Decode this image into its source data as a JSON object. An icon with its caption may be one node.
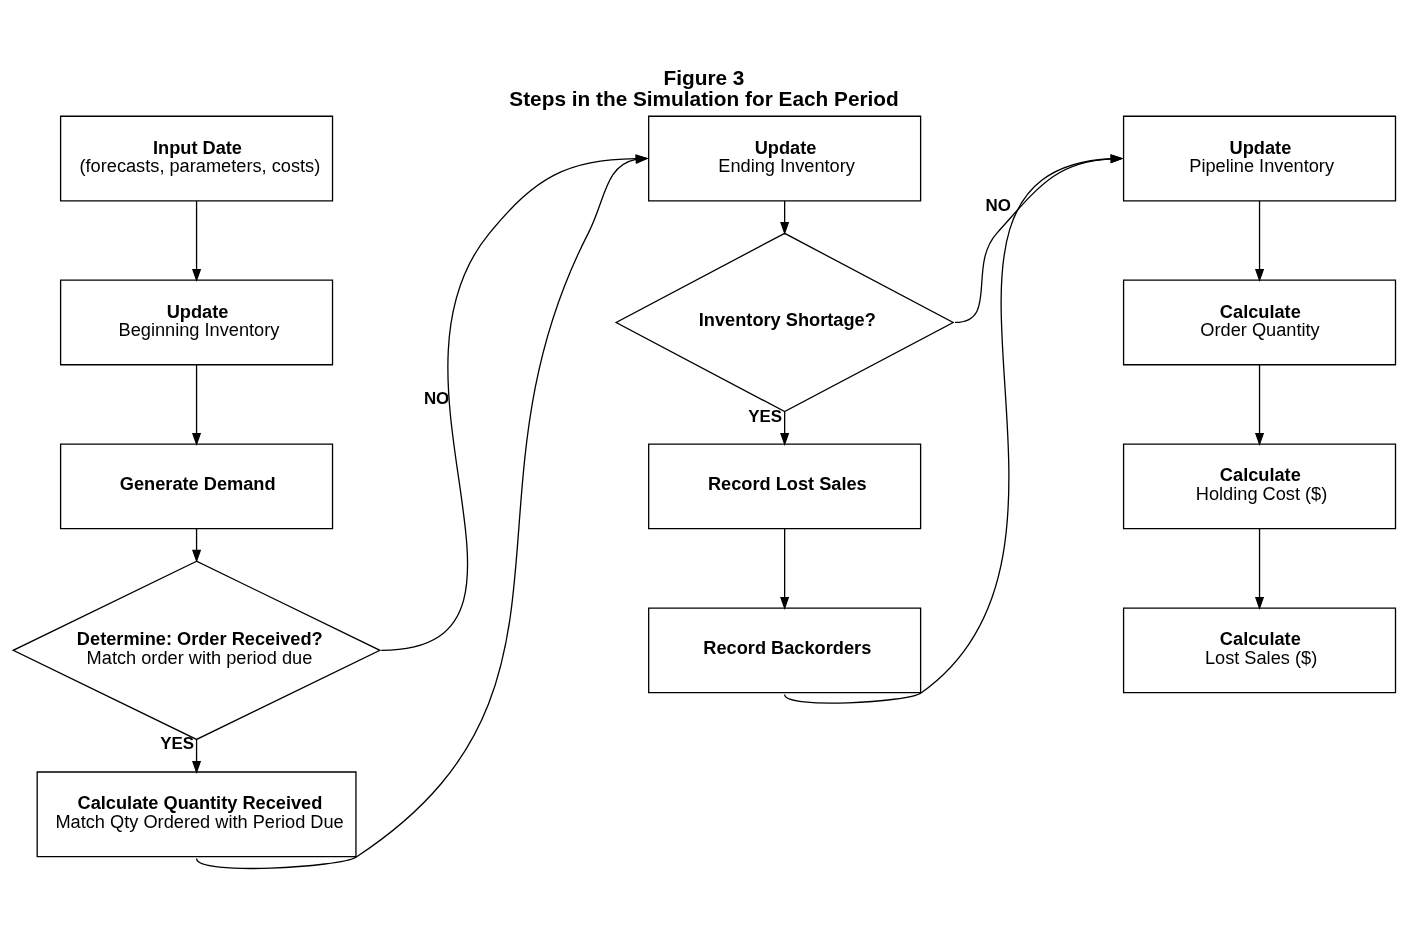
{
  "diagram": {
    "title": "Figure 3",
    "caption": "Steps in the Simulation for Each Period",
    "nodes": [
      {
        "text": [
          "Input Date",
          "(forecasts, parameters, costs)"
        ]
      },
      {
        "text": [
          "Update",
          "Beginning Inventory"
        ]
      },
      {
        "text": [
          "Generate Demand"
        ]
      },
      {
        "text": [
          "Determine: Order Received?",
          "Match order with period due"
        ]
      },
      {
        "text": [
          "Calculate Quantity Received",
          "Match Qty Ordered with Period Due"
        ]
      },
      {
        "text": [
          "Update",
          "Ending Inventory"
        ]
      },
      {
        "text": [
          "Inventory Shortage?"
        ]
      },
      {
        "text": [
          "Record Lost Sales"
        ]
      },
      {
        "text": [
          "Record Backorders"
        ]
      },
      {
        "text": [
          "Update",
          "Pipeline Inventory"
        ]
      },
      {
        "text": [
          "Calculate",
          "Order Quantity"
        ]
      },
      {
        "text": [
          "Calculate",
          "Holding Cost ($)"
        ]
      },
      {
        "text": [
          "Calculate",
          "Lost Sales ($)"
        ]
      }
    ],
    "edges": [
      {
        "from": 0,
        "to": 1,
        "arrow": "to"
      },
      {
        "from": 1,
        "to": 2,
        "arrow": "to"
      },
      {
        "from": 2,
        "to": 3,
        "arrow": "to"
      },
      {
        "from": 3,
        "to": 4,
        "arrow": "to",
        "label": "YES"
      },
      {
        "from": 3,
        "to": 5,
        "arrow": "to",
        "label": "NO"
      },
      {
        "from": 4,
        "to": 5,
        "arrow": "to"
      },
      {
        "from": 5,
        "to": 6,
        "arrow": "to"
      },
      {
        "from": 6,
        "to": 7,
        "arrow": "to",
        "label": "YES"
      },
      {
        "from": 6,
        "to": 9,
        "arrow": "to",
        "label": "NO"
      },
      {
        "from": 7,
        "to": 8,
        "arrow": "to"
      },
      {
        "from": 8,
        "to": 9,
        "arrow": "to"
      },
      {
        "from": 9,
        "to": 10,
        "arrow": "to"
      },
      {
        "from": 10,
        "to": 11,
        "arrow": "to"
      },
      {
        "from": 11,
        "to": 12,
        "arrow": "to"
      }
    ]
  }
}
